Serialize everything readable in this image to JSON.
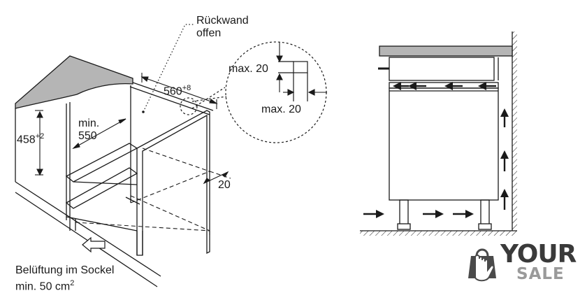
{
  "labels": {
    "rueckwand_line1": "Rückwand",
    "rueckwand_line2": "offen",
    "width_main": "560",
    "width_tol": "+8",
    "depth_line1": "min.",
    "depth_line2": "550",
    "height_main": "458",
    "height_tol": "+2",
    "max_top": "max. 20",
    "max_bottom": "max. 20",
    "gap": "20",
    "vent_line1": "Belüftung im Sockel",
    "vent_line2_main": "min. 50 cm",
    "vent_line2_sup": "2"
  },
  "logo": {
    "word1": "YOUR",
    "word2": "SALE",
    "icon": "shopping-bag-hand-icon"
  },
  "colors": {
    "line": "#1a1a1a",
    "countertop": "#b5b5b5",
    "logo_dark": "#3a3a3a",
    "logo_light": "#9a9a9a"
  }
}
